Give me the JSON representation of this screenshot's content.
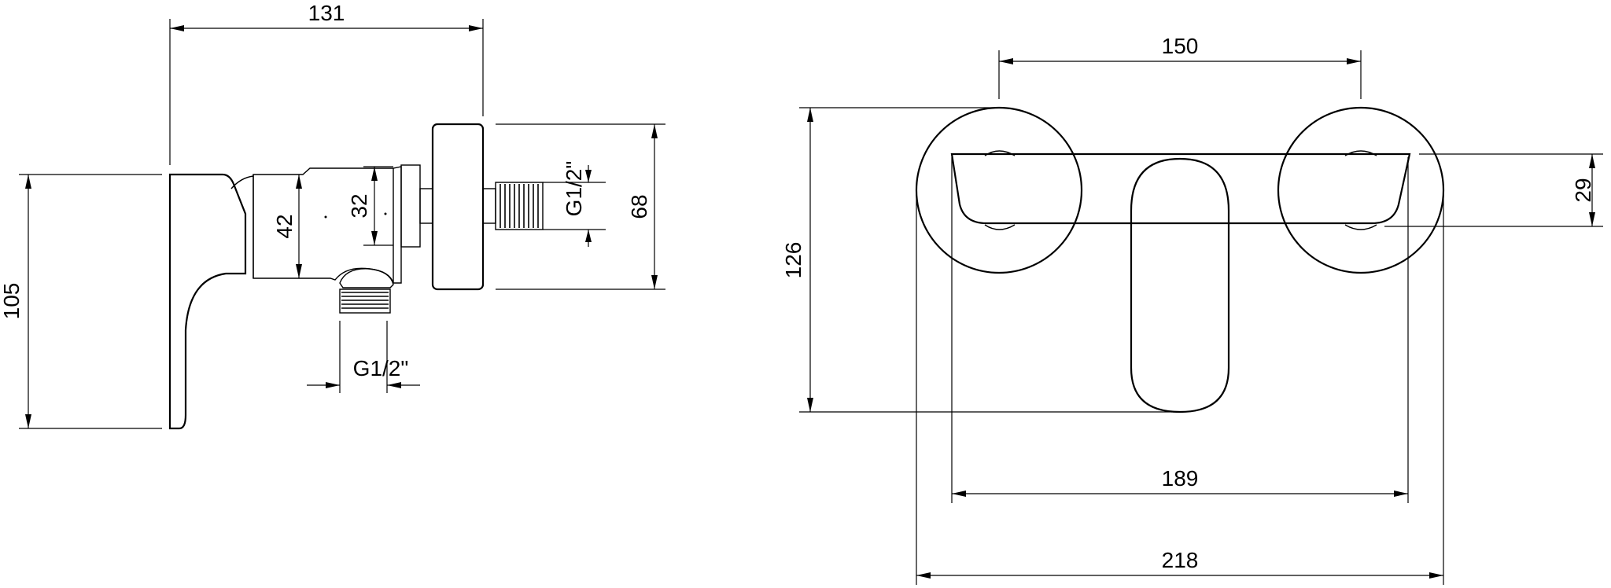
{
  "dimensions": {
    "side_width": "131",
    "side_height": "105",
    "body_height": "42",
    "nut_height": "32",
    "flange_height": "68",
    "thread_top": "G1/2\"",
    "thread_bottom": "G1/2\"",
    "center_distance": "150",
    "front_height": "126",
    "lever_height": "29",
    "body_width": "189",
    "overall_width": "218"
  }
}
